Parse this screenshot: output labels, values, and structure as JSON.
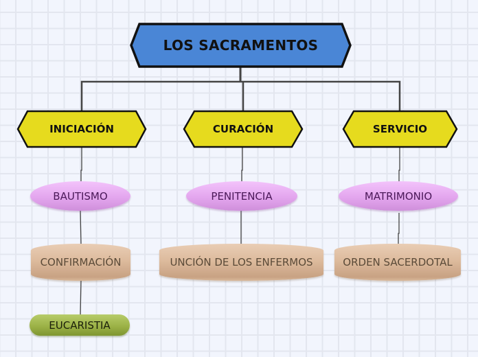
{
  "diagram": {
    "title": "LOS SACRAMENTOS",
    "colors": {
      "root_fill": "#4a86d6",
      "category_fill": "#e6db1e",
      "outline": "#111111",
      "connector": "#444444",
      "ellipse_fill": "#e3a6ee",
      "barrel_fill": "#ddbb9d",
      "pill_fill": "#9cb247"
    },
    "categories": [
      {
        "label": "INICIACIÓN",
        "children": [
          "BAUTISMO",
          "CONFIRMACIÓN",
          "EUCARISTIA"
        ]
      },
      {
        "label": "CURACIÓN",
        "children": [
          "PENITENCIA",
          "UNCIÓN DE LOS ENFERMOS"
        ]
      },
      {
        "label": "SERVICIO",
        "children": [
          "MATRIMONIO",
          "ORDEN SACERDOTAL"
        ]
      }
    ]
  }
}
